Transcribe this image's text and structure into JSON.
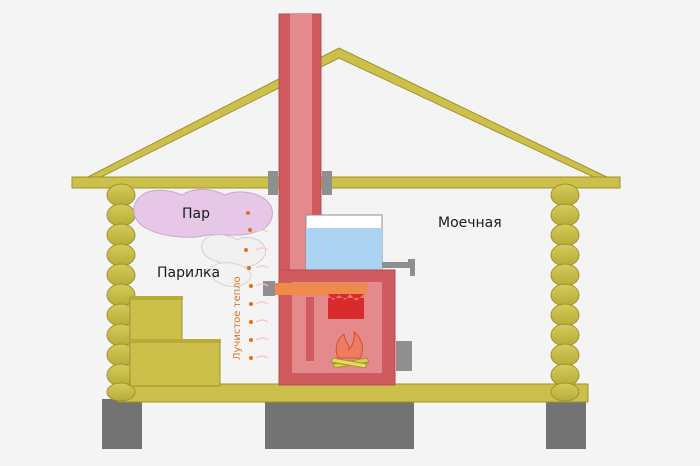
{
  "labels": {
    "steam": "Пар",
    "steam_room": "Парилка",
    "washroom": "Моечная",
    "radiant_heat": "Лучистое тепло"
  },
  "colors": {
    "background": "#f4f4f4",
    "timber": "#cdc04a",
    "timber_edge": "#9d922d",
    "chimney_outer": "#cf5b5f",
    "chimney_inner": "#e48a8d",
    "foundation": "#737373",
    "water_tank": "#acd3f2",
    "steam_cloud": "#e7c7e7",
    "firebox": "#d92b2b",
    "flame": "#ee7d60",
    "hot_plate": "#f08a4a",
    "radiant_text": "#e07020"
  },
  "icons": {
    "roof": "roof-truss",
    "chimney": "chimney-pipe",
    "stove": "sauna-stove",
    "water_tank": "water-tank",
    "faucet": "faucet-icon",
    "bench": "wooden-bench",
    "fire": "fire-icon"
  }
}
